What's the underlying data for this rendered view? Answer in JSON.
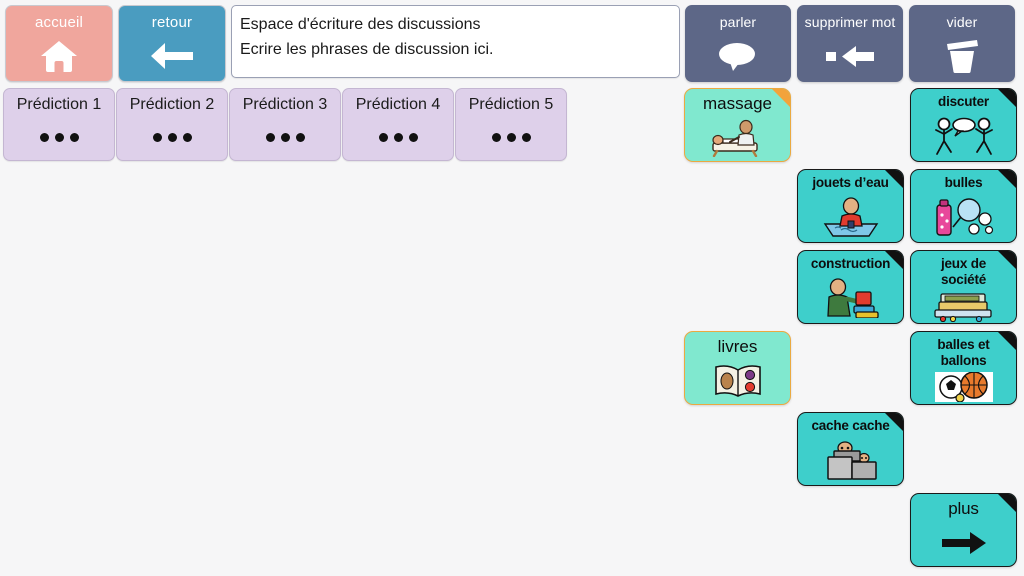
{
  "app": {
    "background_color": "#f6f6f7",
    "title": "Espace d'écriture des discussions"
  },
  "toolbar": {
    "home": {
      "label": "accueil",
      "icon": "home-icon",
      "color": "#f0a69d"
    },
    "back": {
      "label": "retour",
      "icon": "arrow-left-icon",
      "color": "#4a9cc0"
    }
  },
  "writing_area": {
    "line1": "Espace d'écriture des discussions",
    "line2": "Ecrire les phrases de discussion ici."
  },
  "utilities": [
    {
      "label": "parler",
      "icon": "speech-bubble-icon"
    },
    {
      "label": "supprimer mot",
      "icon": "backspace-arrow-icon"
    },
    {
      "label": "vider",
      "icon": "trash-can-icon"
    }
  ],
  "predictions": [
    {
      "label": "Prédiction 1",
      "icon": "ellipsis-icon"
    },
    {
      "label": "Prédiction 2",
      "icon": "ellipsis-icon"
    },
    {
      "label": "Prédiction 3",
      "icon": "ellipsis-icon"
    },
    {
      "label": "Prédiction 4",
      "icon": "ellipsis-icon"
    },
    {
      "label": "Prédiction 5",
      "icon": "ellipsis-icon"
    }
  ],
  "activities": [
    {
      "label": "massage",
      "icon": "massage-icon",
      "state": "selected"
    },
    {
      "label": "discuter",
      "icon": "discuter-icon",
      "state": "folder"
    },
    {
      "label": "jouets d’eau",
      "icon": "water-toys-icon",
      "state": "folder"
    },
    {
      "label": "bulles",
      "icon": "bubbles-icon",
      "state": "folder"
    },
    {
      "label": "construction",
      "icon": "building-icon",
      "state": "folder"
    },
    {
      "label": "jeux de société",
      "icon": "board-games-icon",
      "state": "folder"
    },
    {
      "label": "livres",
      "icon": "open-book-icon",
      "state": "selected"
    },
    {
      "label": "balles et ballons",
      "icon": "balls-icon",
      "state": "folder"
    },
    {
      "label": "cache cache",
      "icon": "hide-and-seek-icon",
      "state": "folder"
    },
    {
      "label": "plus",
      "icon": "arrow-right-icon",
      "state": "folder"
    }
  ],
  "colors": {
    "teal": "#3ecfcb",
    "teal_light": "#80e8cf",
    "slate": "#5d6787",
    "lilac": "#ded0ea",
    "salmon": "#f0a69d",
    "blue": "#4a9cc0",
    "highlight_border": "#eaa941"
  }
}
